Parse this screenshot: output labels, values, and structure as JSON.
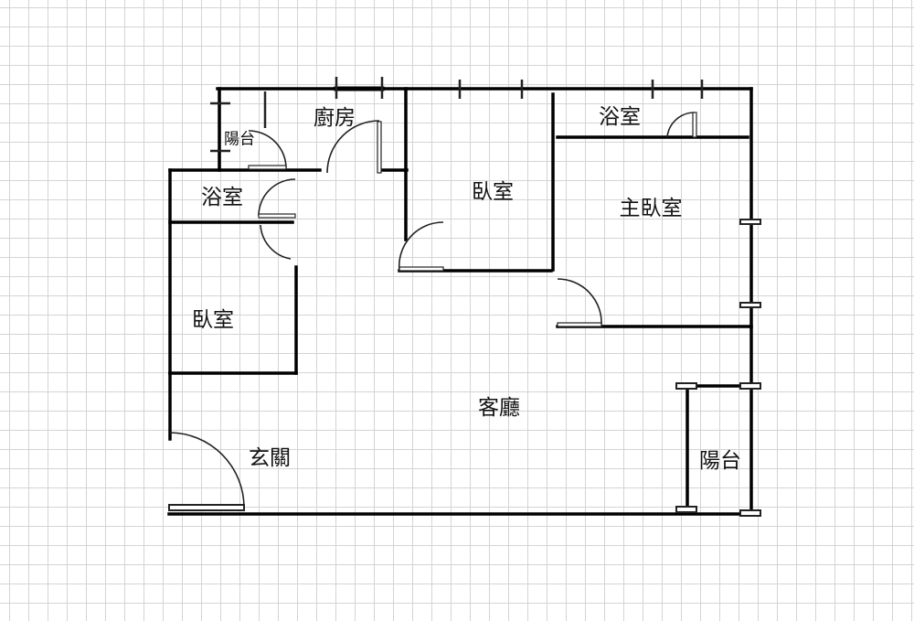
{
  "rooms": {
    "balcony_small": "陽台",
    "kitchen": "廚房",
    "bath_left": "浴室",
    "bedroom_middle": "臥室",
    "bath_right": "浴室",
    "master_bedroom": "主臥室",
    "bedroom_left": "臥室",
    "living_room": "客廳",
    "entrance": "玄關",
    "balcony_right": "陽台"
  }
}
